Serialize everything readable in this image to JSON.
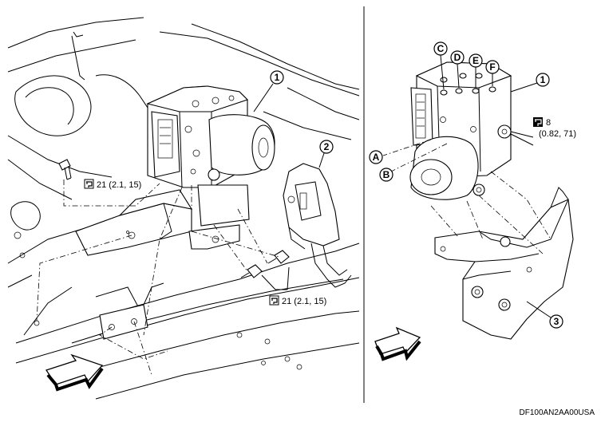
{
  "left_view": {
    "callout_1": "1",
    "callout_2": "2",
    "torque_upper": "21 (2.1, 15)",
    "torque_lower": "21 (2.1, 15)"
  },
  "right_view": {
    "callout_1": "1",
    "callout_3": "3",
    "label_A": "A",
    "label_B": "B",
    "label_C": "C",
    "label_D": "D",
    "label_E": "E",
    "label_F": "F",
    "torque_value": "8",
    "torque_units": "(0.82, 71)"
  },
  "footer": {
    "figure_code": "DF100AN2AA00USA"
  },
  "icons": {
    "torque": "torque-wrench-icon",
    "front": "front-arrow-icon"
  }
}
